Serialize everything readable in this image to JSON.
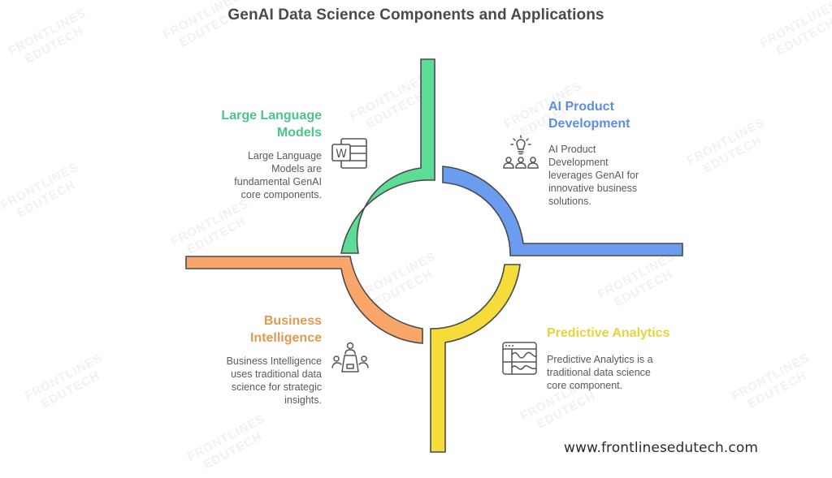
{
  "title": "GenAI Data Science Components and Applications",
  "watermark": {
    "line1": "FRONTLINES",
    "line2": "EDUTECH"
  },
  "colors": {
    "green": "#5ddc96",
    "blue": "#6a9cf0",
    "orange": "#f8a66a",
    "yellow": "#f5dc3a",
    "outline": "#4a4a4a",
    "heading_green": "#4cc48a",
    "heading_blue": "#5b8ee0",
    "heading_orange": "#e09a55",
    "heading_yellow": "#e6d53a"
  },
  "components": [
    {
      "id": "llm",
      "position": "top-left",
      "heading_line1": "Large Language",
      "heading_line2": "Models",
      "description": [
        "Large Language",
        "Models are",
        "fundamental GenAI",
        "core components."
      ],
      "icon": "word-document-icon"
    },
    {
      "id": "ai-product",
      "position": "top-right",
      "heading_line1": "AI Product",
      "heading_line2": "Development",
      "description": [
        "AI Product",
        "Development",
        "leverages GenAI for",
        "innovative business",
        "solutions."
      ],
      "icon": "lightbulb-team-icon"
    },
    {
      "id": "bi",
      "position": "bottom-left",
      "heading_line1": "Business",
      "heading_line2": "Intelligence",
      "description": [
        "Business Intelligence",
        "uses traditional data",
        "science for strategic",
        "insights."
      ],
      "icon": "meeting-table-icon"
    },
    {
      "id": "predictive",
      "position": "bottom-right",
      "heading_line1": "Predictive Analytics",
      "description": [
        "Predictive Analytics is a",
        "traditional data science",
        "core component."
      ],
      "icon": "analytics-dashboard-icon"
    }
  ],
  "footer": {
    "url": "www.frontlinesedutech.com"
  }
}
